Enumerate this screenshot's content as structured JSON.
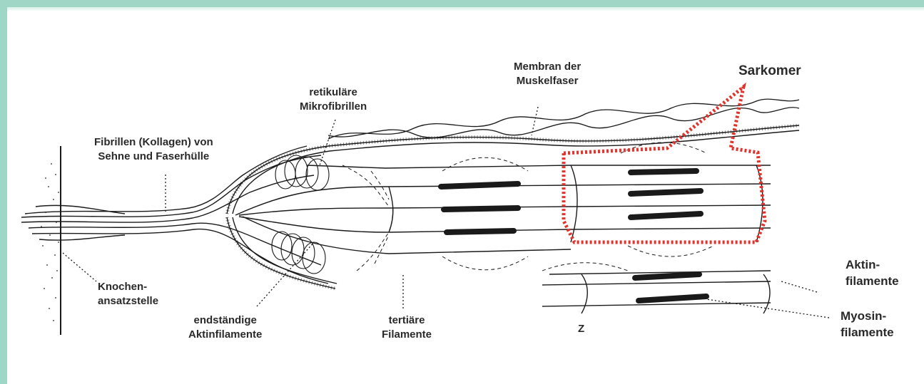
{
  "labels": {
    "sarkomer": "Sarkomer",
    "membran": [
      "Membran der",
      "Muskelfaser"
    ],
    "retikulaere": [
      "retikuläre",
      "Mikrofibrillen"
    ],
    "fibrillen": [
      "Fibrillen (Kollagen) von",
      "Sehne und Faserhülle"
    ],
    "knochen": [
      "Knochen-",
      "ansatzstelle"
    ],
    "endstaendige": [
      "endständige",
      "Aktinfilamente"
    ],
    "tertiaere": [
      "tertiäre",
      "Filamente"
    ],
    "z": "Z",
    "aktin": [
      "Aktin-",
      "filamente"
    ],
    "myosin": [
      "Myosin-",
      "filamente"
    ]
  },
  "colors": {
    "frame": "#9fd6c6",
    "line": "#1a1a1a",
    "highlight": "#e0332b"
  }
}
